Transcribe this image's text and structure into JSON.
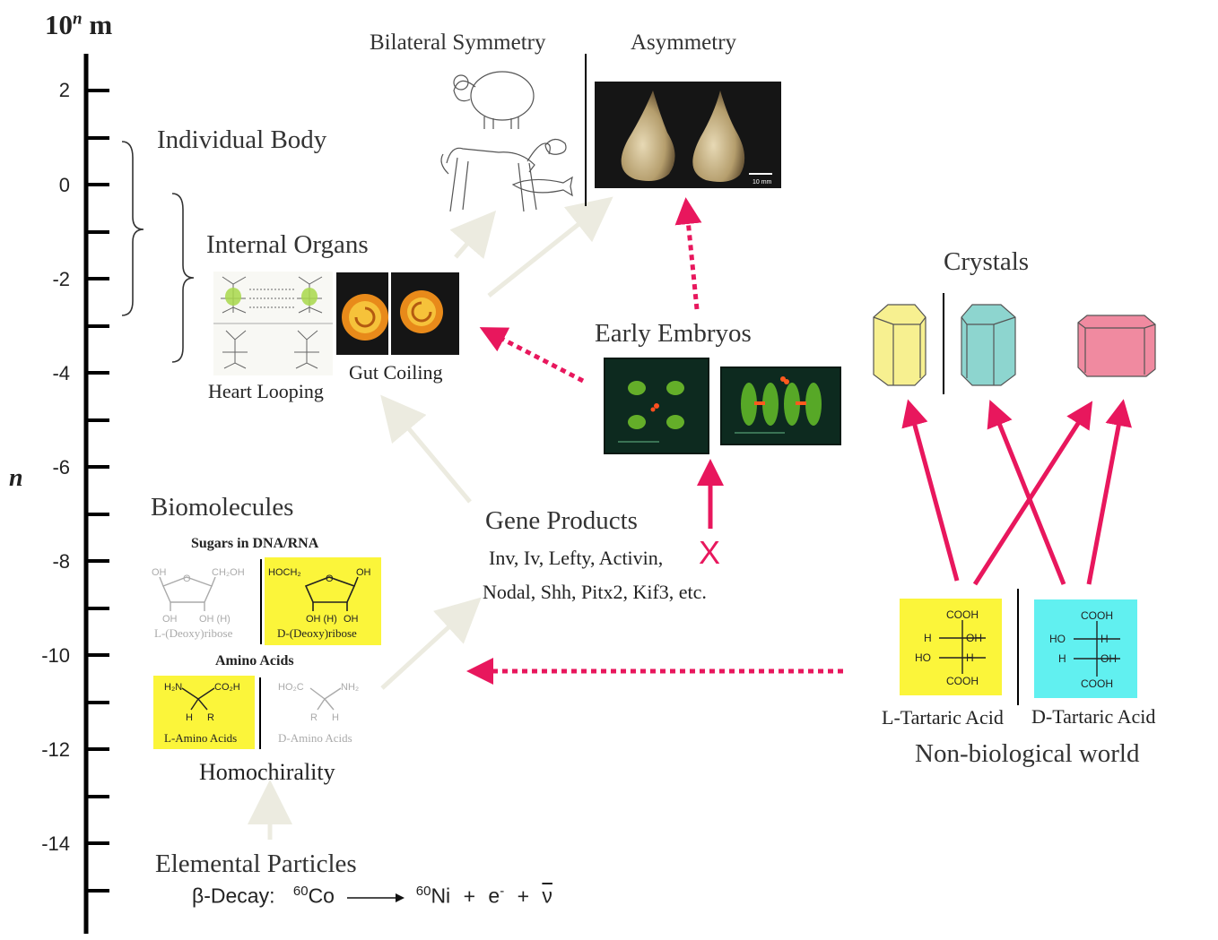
{
  "axis": {
    "unit_label": "m",
    "base": "10",
    "exponent": "n",
    "var_label": "n",
    "ticks": [
      "2",
      "0",
      "-2",
      "-4",
      "-6",
      "-8",
      "-10",
      "-12",
      "-14"
    ]
  },
  "labels": {
    "individual_body": "Individual Body",
    "internal_organs": "Internal Organs",
    "heart_looping": "Heart Looping",
    "gut_coiling": "Gut Coiling",
    "bilateral_symmetry": "Bilateral Symmetry",
    "asymmetry": "Asymmetry",
    "scale_bar": "10 mm",
    "early_embryos": "Early Embryos",
    "crystals": "Crystals",
    "gene_products": "Gene Products",
    "gene_list_1": "Inv, Iv, Lefty, Activin,",
    "gene_list_2": "Nodal, Shh, Pitx2, Kif3, etc.",
    "x_mark": "X",
    "biomolecules": "Biomolecules",
    "sugars_title": "Sugars in DNA/RNA",
    "l_ribose": "L-(Deoxy)ribose",
    "d_ribose": "D-(Deoxy)ribose",
    "amino_acids_title": "Amino Acids",
    "l_amino": "L-Amino Acids",
    "d_amino": "D-Amino Acids",
    "homochirality": "Homochirality",
    "elemental_particles": "Elemental Particles",
    "beta_decay": "β-Decay:",
    "co_mass": "60",
    "co": "Co",
    "ni_mass": "60",
    "ni": "Ni",
    "electron": "e",
    "electron_sup": "-",
    "plus": "+",
    "nu": "ν",
    "l_tartaric": "L-Tartaric Acid",
    "d_tartaric": "D-Tartaric Acid",
    "non_bio": "Non-biological world"
  },
  "colors": {
    "red_arrow": "#e8175d",
    "grey_arrow": "#ecebe0",
    "yellow_box": "#fbf53a",
    "cyan_box": "#61f0f0",
    "crystal_yellow": "#f7f090",
    "crystal_teal": "#8dd5cf",
    "crystal_pink": "#f08aa0"
  }
}
